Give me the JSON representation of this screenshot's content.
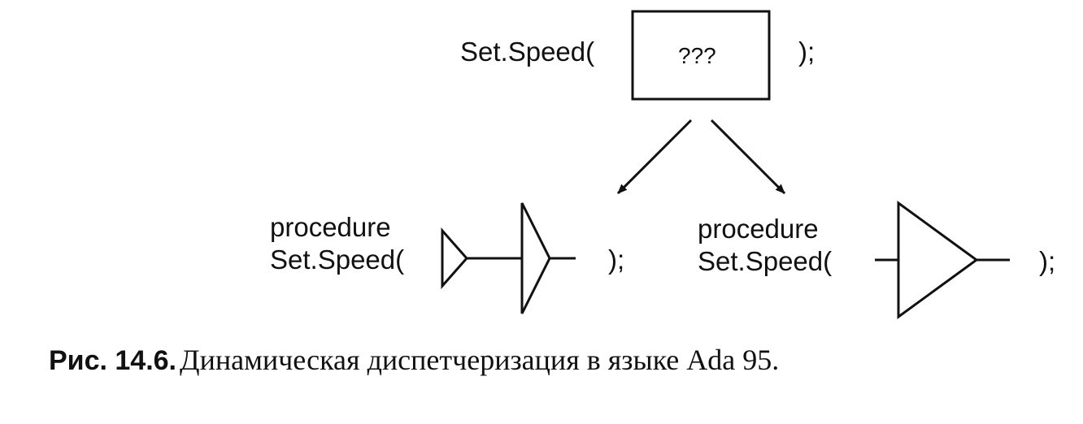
{
  "top_call": {
    "prefix": "Set.Speed(",
    "box_text": "???",
    "suffix": ");"
  },
  "left_proc": {
    "keyword": "procedure",
    "name": "Set.Speed(",
    "suffix": ");"
  },
  "right_proc": {
    "keyword": "procedure",
    "name": "Set.Speed(",
    "suffix": ");"
  },
  "caption": {
    "number": "Рис. 14.6.",
    "text": "Динамическая диспетчеризация в языке Ada 95."
  },
  "colors": {
    "ink": "#111111",
    "background": "#ffffff"
  }
}
